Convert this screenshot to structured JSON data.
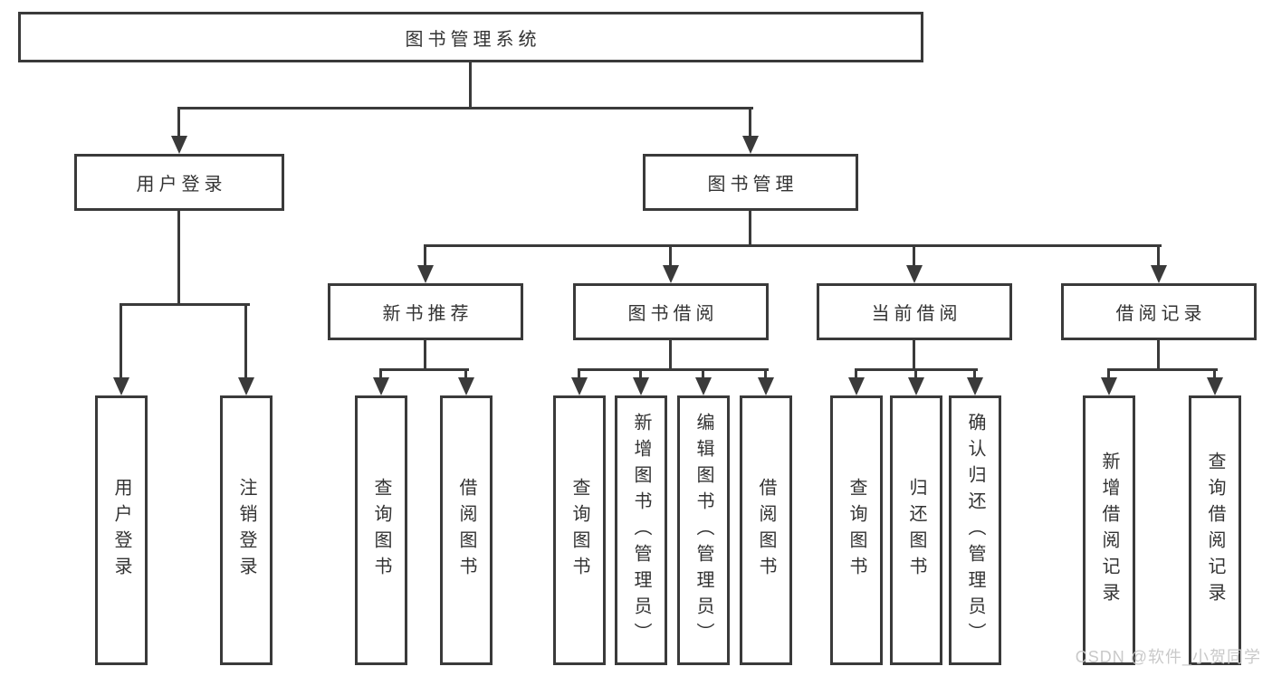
{
  "diagram": {
    "title": "图书管理系统",
    "watermark": "CSDN @软件_小贺同学",
    "colors": {
      "line": "#3a3a3a",
      "text": "#333333",
      "watermark": "#c9c9c9",
      "background": "#ffffff"
    }
  },
  "tree": {
    "root": {
      "label": "图书管理系统",
      "children": [
        {
          "label": "用户登录",
          "children": [
            {
              "label": "用户登录"
            },
            {
              "label": "注销登录"
            }
          ]
        },
        {
          "label": "图书管理",
          "children": [
            {
              "label": "新书推荐",
              "children": [
                {
                  "label": "查询图书"
                },
                {
                  "label": "借阅图书"
                }
              ]
            },
            {
              "label": "图书借阅",
              "children": [
                {
                  "label": "查询图书"
                },
                {
                  "label": "新增图书（管理员）"
                },
                {
                  "label": "编辑图书（管理员）"
                },
                {
                  "label": "借阅图书"
                }
              ]
            },
            {
              "label": "当前借阅",
              "children": [
                {
                  "label": "查询图书"
                },
                {
                  "label": "归还图书"
                },
                {
                  "label": "确认归还（管理员）"
                }
              ]
            },
            {
              "label": "借阅记录",
              "children": [
                {
                  "label": "新增借阅记录"
                },
                {
                  "label": "查询借阅记录"
                }
              ]
            }
          ]
        }
      ]
    }
  }
}
